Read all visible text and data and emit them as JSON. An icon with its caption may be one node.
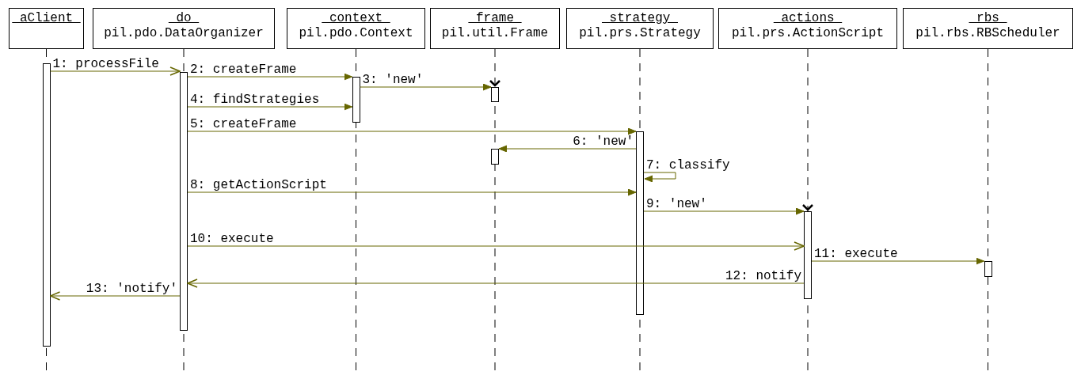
{
  "diagram": {
    "nodes": [
      {
        "text": [
          "aClient"
        ]
      },
      {
        "text": [
          "do",
          "pil.pdo.DataOrganizer"
        ]
      },
      {
        "text": [
          "context",
          "pil.pdo.Context"
        ]
      },
      {
        "text": [
          "frame",
          "pil.util.Frame"
        ]
      },
      {
        "text": [
          "strategy",
          "pil.prs.Strategy"
        ]
      },
      {
        "text": [
          "actions",
          "pil.prs.ActionScript"
        ]
      },
      {
        "text": [
          "rbs",
          "pil.rbs.RBScheduler"
        ]
      },
      {
        "text": [],
        "shape": "bar"
      },
      {
        "text": [],
        "shape": "bar"
      },
      {
        "text": [],
        "shape": "bar"
      },
      {
        "text": [],
        "shape": "bar"
      },
      {
        "text": [],
        "shape": "bar"
      },
      {
        "text": [],
        "shape": "bar"
      },
      {
        "text": [],
        "shape": "bar"
      },
      {
        "text": [],
        "shape": "bar"
      }
    ],
    "edges": [
      {
        "from": 7,
        "to": 8,
        "arrow": "to",
        "label": "1: processFile"
      },
      {
        "from": 8,
        "to": 9,
        "arrow": "to",
        "label": "2: createFrame"
      },
      {
        "from": 9,
        "to": 10,
        "arrow": "to",
        "label": "3: 'new'"
      },
      {
        "from": 8,
        "to": 9,
        "arrow": "to",
        "label": "4: findStrategies"
      },
      {
        "from": 8,
        "to": 12,
        "arrow": "to",
        "label": "5: createFrame"
      },
      {
        "from": 12,
        "to": 11,
        "arrow": "to",
        "label": "6: 'new'"
      },
      {
        "from": 12,
        "to": 12,
        "arrow": "to",
        "label": "7: classify"
      },
      {
        "from": 8,
        "to": 12,
        "arrow": "to",
        "label": "8: getActionScript"
      },
      {
        "from": 12,
        "to": 13,
        "arrow": "to",
        "label": "9: 'new'"
      },
      {
        "from": 8,
        "to": 13,
        "arrow": "to",
        "label": "10: execute"
      },
      {
        "from": 13,
        "to": 14,
        "arrow": "to",
        "label": "11: execute"
      },
      {
        "from": 13,
        "to": 8,
        "arrow": "to",
        "label": "12: notify"
      },
      {
        "from": 8,
        "to": 7,
        "arrow": "to",
        "label": "13: 'notify'"
      }
    ]
  }
}
